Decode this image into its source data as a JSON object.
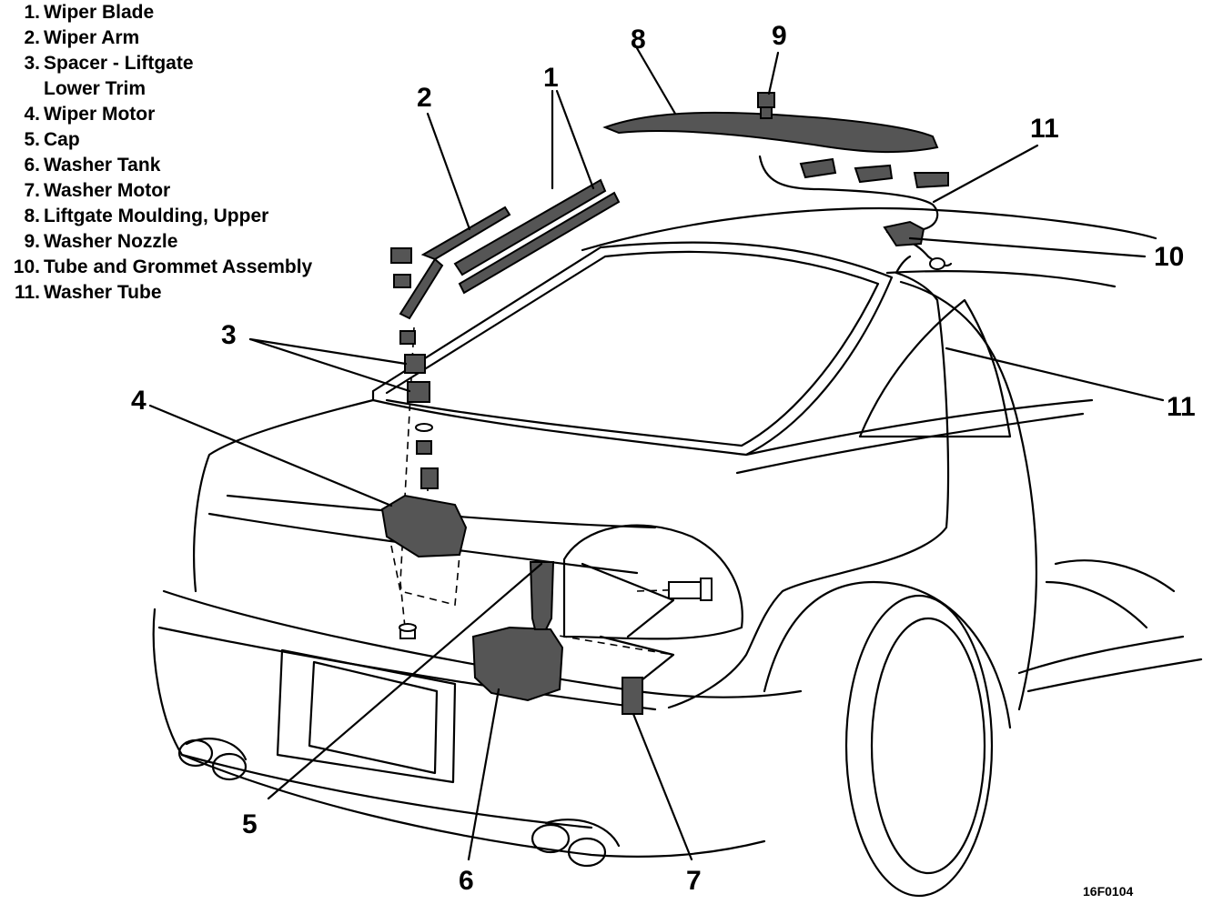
{
  "legend": [
    {
      "num": "1.",
      "text": "Wiper Blade"
    },
    {
      "num": "2.",
      "text": "Wiper Arm"
    },
    {
      "num": "3.",
      "text": "Spacer - Liftgate"
    },
    {
      "num": "",
      "text": "Lower Trim"
    },
    {
      "num": "4.",
      "text": "Wiper Motor"
    },
    {
      "num": "5.",
      "text": "Cap"
    },
    {
      "num": "6.",
      "text": "Washer Tank"
    },
    {
      "num": "7.",
      "text": "Washer Motor"
    },
    {
      "num": "8.",
      "text": "Liftgate Moulding, Upper"
    },
    {
      "num": "9.",
      "text": "Washer Nozzle"
    },
    {
      "num": "10.",
      "text": "Tube and Grommet Assembly"
    },
    {
      "num": "11.",
      "text": "Washer Tube"
    }
  ],
  "callouts": {
    "c1": "1",
    "c2": "2",
    "c3": "3",
    "c4": "4",
    "c5": "5",
    "c6": "6",
    "c7": "7",
    "c8": "8",
    "c9": "9",
    "c10": "10",
    "c11a": "11",
    "c11b": "11"
  },
  "figure_code": "16F0104",
  "colors": {
    "line": "#000000",
    "part_fill": "#555555",
    "background": "#ffffff"
  }
}
